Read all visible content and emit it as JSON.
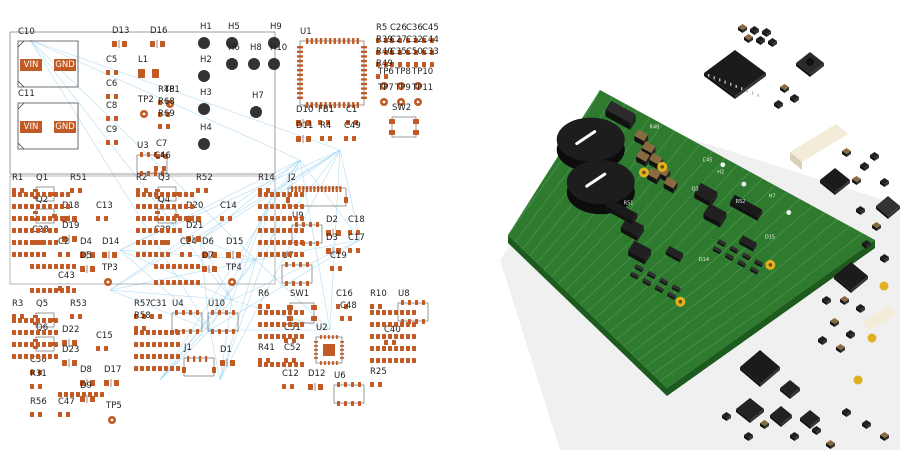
{
  "layout_view": {
    "components": [
      {
        "ref": "C10",
        "kind": "bigcap",
        "pads": [
          "VIN",
          "GND"
        ]
      },
      {
        "ref": "C11",
        "kind": "bigcap",
        "pads": [
          "VIN",
          "GND"
        ]
      },
      {
        "ref": "D13",
        "kind": "diode"
      },
      {
        "ref": "D16",
        "kind": "diode"
      },
      {
        "ref": "C5",
        "kind": "cap"
      },
      {
        "ref": "L1",
        "kind": "inductor"
      },
      {
        "ref": "C6",
        "kind": "cap"
      },
      {
        "ref": "C8",
        "kind": "cap"
      },
      {
        "ref": "C9",
        "kind": "cap"
      },
      {
        "ref": "TP1",
        "kind": "testpoint"
      },
      {
        "ref": "TP2",
        "kind": "testpoint"
      },
      {
        "ref": "R48",
        "kind": "res"
      },
      {
        "ref": "R68",
        "kind": "res"
      },
      {
        "ref": "R69",
        "kind": "res"
      },
      {
        "ref": "U3",
        "kind": "ic"
      },
      {
        "ref": "C7",
        "kind": "cap"
      },
      {
        "ref": "C46",
        "kind": "cap"
      },
      {
        "ref": "H1",
        "kind": "hole"
      },
      {
        "ref": "H2",
        "kind": "hole"
      },
      {
        "ref": "H3",
        "kind": "hole"
      },
      {
        "ref": "H4",
        "kind": "hole"
      },
      {
        "ref": "H5",
        "kind": "hole"
      },
      {
        "ref": "H6",
        "kind": "hole"
      },
      {
        "ref": "H7",
        "kind": "hole"
      },
      {
        "ref": "H8",
        "kind": "hole"
      },
      {
        "ref": "H9",
        "kind": "hole"
      },
      {
        "ref": "H10",
        "kind": "hole"
      },
      {
        "ref": "U1",
        "kind": "qfp"
      },
      {
        "ref": "R5",
        "kind": "res"
      },
      {
        "ref": "C26",
        "kind": "cap"
      },
      {
        "ref": "C36",
        "kind": "cap"
      },
      {
        "ref": "C45",
        "kind": "cap"
      },
      {
        "ref": "R39",
        "kind": "res"
      },
      {
        "ref": "C27",
        "kind": "cap"
      },
      {
        "ref": "C32",
        "kind": "cap"
      },
      {
        "ref": "C44",
        "kind": "cap"
      },
      {
        "ref": "R40",
        "kind": "res"
      },
      {
        "ref": "C35",
        "kind": "cap"
      },
      {
        "ref": "C50",
        "kind": "cap"
      },
      {
        "ref": "C33",
        "kind": "cap"
      },
      {
        "ref": "R49",
        "kind": "res"
      },
      {
        "ref": "TP6",
        "kind": "testpoint"
      },
      {
        "ref": "TP8",
        "kind": "testpoint"
      },
      {
        "ref": "TP10",
        "kind": "testpoint"
      },
      {
        "ref": "TP7",
        "kind": "testpoint"
      },
      {
        "ref": "TP9",
        "kind": "testpoint"
      },
      {
        "ref": "TP11",
        "kind": "testpoint"
      },
      {
        "ref": "D10",
        "kind": "diode"
      },
      {
        "ref": "FB1",
        "kind": "ferrite"
      },
      {
        "ref": "C1",
        "kind": "cap"
      },
      {
        "ref": "SW2",
        "kind": "switch"
      },
      {
        "ref": "D11",
        "kind": "diode"
      },
      {
        "ref": "R4",
        "kind": "res"
      },
      {
        "ref": "C49",
        "kind": "cap"
      },
      {
        "ref": "R1",
        "kind": "res"
      },
      {
        "ref": "Q1",
        "kind": "transistor"
      },
      {
        "ref": "R51",
        "kind": "res"
      },
      {
        "ref": "R2",
        "kind": "res"
      },
      {
        "ref": "Q3",
        "kind": "transistor"
      },
      {
        "ref": "R52",
        "kind": "res"
      },
      {
        "ref": "R14",
        "kind": "res"
      },
      {
        "ref": "J2",
        "kind": "connector"
      },
      {
        "ref": "Q2",
        "kind": "transistor"
      },
      {
        "ref": "D18",
        "kind": "diode"
      },
      {
        "ref": "C13",
        "kind": "cap"
      },
      {
        "ref": "Q4",
        "kind": "transistor"
      },
      {
        "ref": "D20",
        "kind": "diode"
      },
      {
        "ref": "C14",
        "kind": "cap"
      },
      {
        "ref": "C28",
        "kind": "cap"
      },
      {
        "ref": "D19",
        "kind": "diode"
      },
      {
        "ref": "C29",
        "kind": "cap"
      },
      {
        "ref": "D21",
        "kind": "diode"
      },
      {
        "ref": "U9",
        "kind": "ic"
      },
      {
        "ref": "D2",
        "kind": "diode"
      },
      {
        "ref": "C18",
        "kind": "cap"
      },
      {
        "ref": "C2",
        "kind": "cap"
      },
      {
        "ref": "D4",
        "kind": "diode"
      },
      {
        "ref": "D14",
        "kind": "diode"
      },
      {
        "ref": "C24",
        "kind": "cap"
      },
      {
        "ref": "D6",
        "kind": "diode"
      },
      {
        "ref": "D15",
        "kind": "diode"
      },
      {
        "ref": "D3",
        "kind": "diode"
      },
      {
        "ref": "C17",
        "kind": "cap"
      },
      {
        "ref": "U7",
        "kind": "ic"
      },
      {
        "ref": "C19",
        "kind": "cap"
      },
      {
        "ref": "D5",
        "kind": "diode"
      },
      {
        "ref": "TP3",
        "kind": "testpoint"
      },
      {
        "ref": "D7",
        "kind": "diode"
      },
      {
        "ref": "TP4",
        "kind": "testpoint"
      },
      {
        "ref": "C43",
        "kind": "cap"
      },
      {
        "ref": "R3",
        "kind": "res"
      },
      {
        "ref": "Q5",
        "kind": "transistor"
      },
      {
        "ref": "R53",
        "kind": "res"
      },
      {
        "ref": "R57",
        "kind": "res"
      },
      {
        "ref": "C31",
        "kind": "cap"
      },
      {
        "ref": "U4",
        "kind": "ic"
      },
      {
        "ref": "U10",
        "kind": "ic"
      },
      {
        "ref": "R6",
        "kind": "res"
      },
      {
        "ref": "SW1",
        "kind": "switch"
      },
      {
        "ref": "C16",
        "kind": "cap"
      },
      {
        "ref": "R10",
        "kind": "res"
      },
      {
        "ref": "U8",
        "kind": "ic"
      },
      {
        "ref": "Q6",
        "kind": "transistor"
      },
      {
        "ref": "D22",
        "kind": "diode"
      },
      {
        "ref": "C15",
        "kind": "cap"
      },
      {
        "ref": "R58",
        "kind": "res"
      },
      {
        "ref": "C51",
        "kind": "cap"
      },
      {
        "ref": "U2",
        "kind": "qfn"
      },
      {
        "ref": "C48",
        "kind": "cap"
      },
      {
        "ref": "C40",
        "kind": "cap"
      },
      {
        "ref": "C30",
        "kind": "cap"
      },
      {
        "ref": "D23",
        "kind": "diode"
      },
      {
        "ref": "J1",
        "kind": "connector"
      },
      {
        "ref": "D1",
        "kind": "diode"
      },
      {
        "ref": "C52",
        "kind": "cap"
      },
      {
        "ref": "R41",
        "kind": "res"
      },
      {
        "ref": "C12",
        "kind": "cap"
      },
      {
        "ref": "D12",
        "kind": "diode"
      },
      {
        "ref": "U6",
        "kind": "ic"
      },
      {
        "ref": "D8",
        "kind": "diode"
      },
      {
        "ref": "D17",
        "kind": "diode"
      },
      {
        "ref": "D9",
        "kind": "diode"
      },
      {
        "ref": "TP5",
        "kind": "testpoint"
      },
      {
        "ref": "R31",
        "kind": "res"
      },
      {
        "ref": "R56",
        "kind": "res"
      },
      {
        "ref": "C47",
        "kind": "cap"
      },
      {
        "ref": "R25",
        "kind": "res"
      }
    ]
  },
  "render_view": {
    "silkscreen": [
      "R48",
      "C45",
      "H2",
      "H7",
      "R52",
      "D15",
      "R51",
      "D14",
      "Q3"
    ]
  },
  "colors": {
    "pad": "#c15a24",
    "board": "#2e7a2e",
    "board_edge": "#1d5a1d",
    "ratsnest": "#9fd4f0",
    "outline": "#888888",
    "testpoint_gold": "#e0b020"
  }
}
